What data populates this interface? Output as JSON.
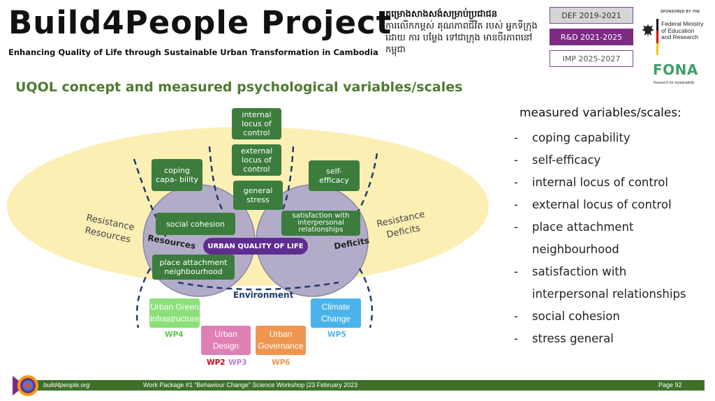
{
  "header": {
    "title": "Build4People Project",
    "subtitle": "Enhancing Quality of Life through Sustainable Urban Transformation in Cambodia",
    "khmer_line1": "គម្រោងសាងសង់សម្រាប់ប្រជាជន",
    "khmer_line2": "ការលើកកម្ពស់ គុណភាពជីវិត របស់ អ្នកទីក្រុង ដោយ ការ បម្លែង ទៅជាក្រុង មានចីរភាពនៅកម្ពុជា"
  },
  "phases": [
    {
      "label": "DEF 2019-2021"
    },
    {
      "label": "R&D 2021-2025"
    },
    {
      "label": "IMP 2025-2027"
    }
  ],
  "sponsor": {
    "label": "SPONSORED BY THE",
    "ministry_line1": "Federal Ministry",
    "ministry_line2": "of Education",
    "ministry_line3": "and Research",
    "fona": "FONA",
    "fona_sub": "Research for sustainability"
  },
  "section_heading": "UQOL concept and measured psychological variables/scales",
  "diagram": {
    "boxes": {
      "internal_locus": "internal locus of control",
      "external_locus": "external locus of control",
      "general_stress": "general stress",
      "coping": "coping capa- bility",
      "self_efficacy": "self- efficacy",
      "social_cohesion": "social cohesion",
      "satisfaction": "satisfaction with interpersonal relationships",
      "place_attachment": "place attachment neighbourhood"
    },
    "resistance_resources": "Resistance Resources",
    "resistance_deficits": "Resistance Deficits",
    "resources_label": "Resources",
    "deficits_label": "Deficits",
    "uqol_label": "URBAN QUALITY OF LIFE",
    "environment_label": "Environment",
    "work_packages": {
      "green": {
        "label": "Urban Green Infrastructure",
        "tag": "WP4",
        "color": "#8be07a"
      },
      "design": {
        "label": "Urban Design",
        "tag_a": "WP2",
        "tag_b": "WP3",
        "color": "#e07fb4"
      },
      "governance": {
        "label": "Urban Governance",
        "tag": "WP6",
        "color": "#ef9550"
      },
      "climate": {
        "label": "Climate Change",
        "tag": "WP5",
        "color": "#4ab4ea"
      }
    }
  },
  "variables": {
    "heading": "measured variables/scales:",
    "items": [
      "coping capability",
      "self-efficacy",
      "internal locus of control",
      "external locus of control",
      "place attachment",
      "neighbourhood",
      "satisfaction with",
      "interpersonal relationships",
      "social cohesion",
      "stress general"
    ]
  },
  "footer": {
    "url": "build4people.org",
    "text": "Work Package #1 “Behaviour Change” Science Workshop |23 February 2023",
    "page": "Page 92"
  },
  "colors": {
    "box_green": "#3c7d3e",
    "uqol_purple": "#5e2d8f",
    "ellipse_yellow": "#fcefb4",
    "footer_green": "#3f6f2b",
    "heading_green": "#4f7a32"
  }
}
